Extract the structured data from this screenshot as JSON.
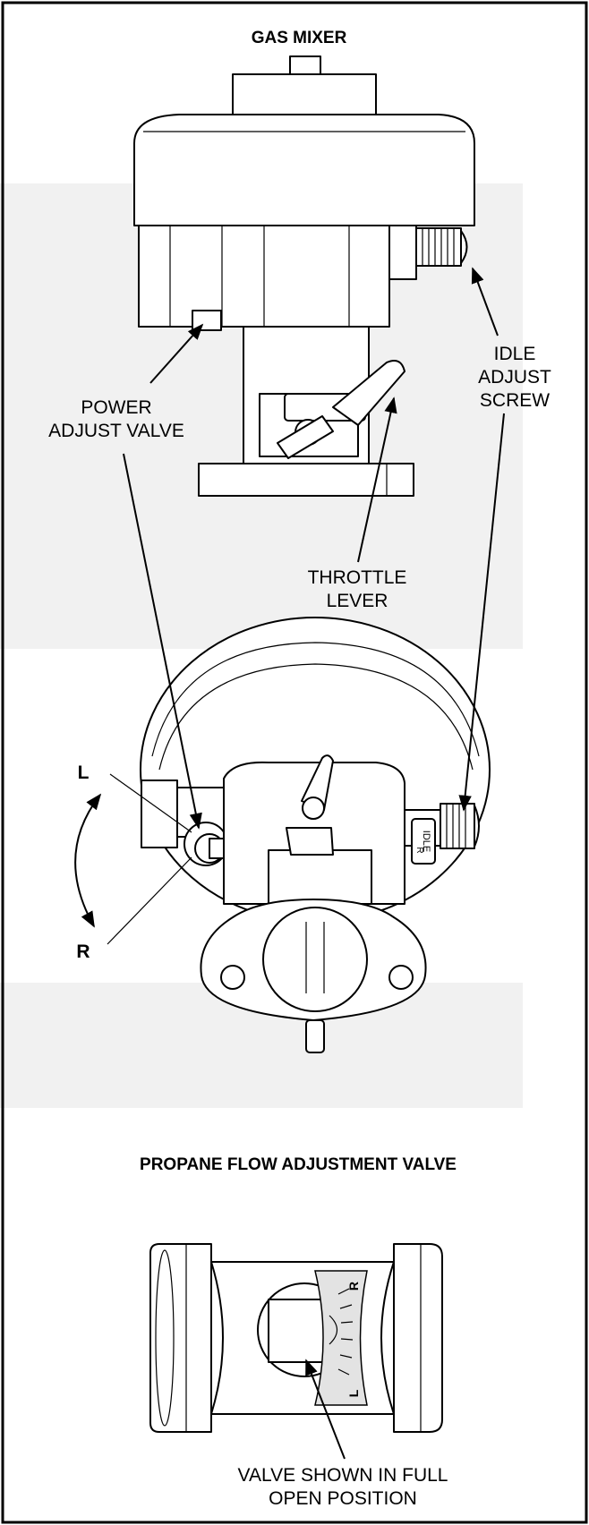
{
  "figure": {
    "heading_top": "GAS MIXER",
    "heading_mid": "PROPANE FLOW ADJUSTMENT VALVE",
    "callouts": {
      "idle_adjust_screw": [
        "IDLE",
        "ADJUST",
        "SCREW"
      ],
      "power_adjust_valve": [
        "POWER",
        "ADJUST VALVE"
      ],
      "throttle_lever": [
        "THROTTLE",
        "LEVER"
      ],
      "valve_position": [
        "VALVE SHOWN IN FULL",
        "OPEN POSITION"
      ]
    },
    "rotation": {
      "left": "L",
      "right": "R"
    },
    "scale_marks": {
      "right": "R",
      "left": "L"
    },
    "idle_tag": "IDLE",
    "idle_tag_arrow": "R"
  }
}
